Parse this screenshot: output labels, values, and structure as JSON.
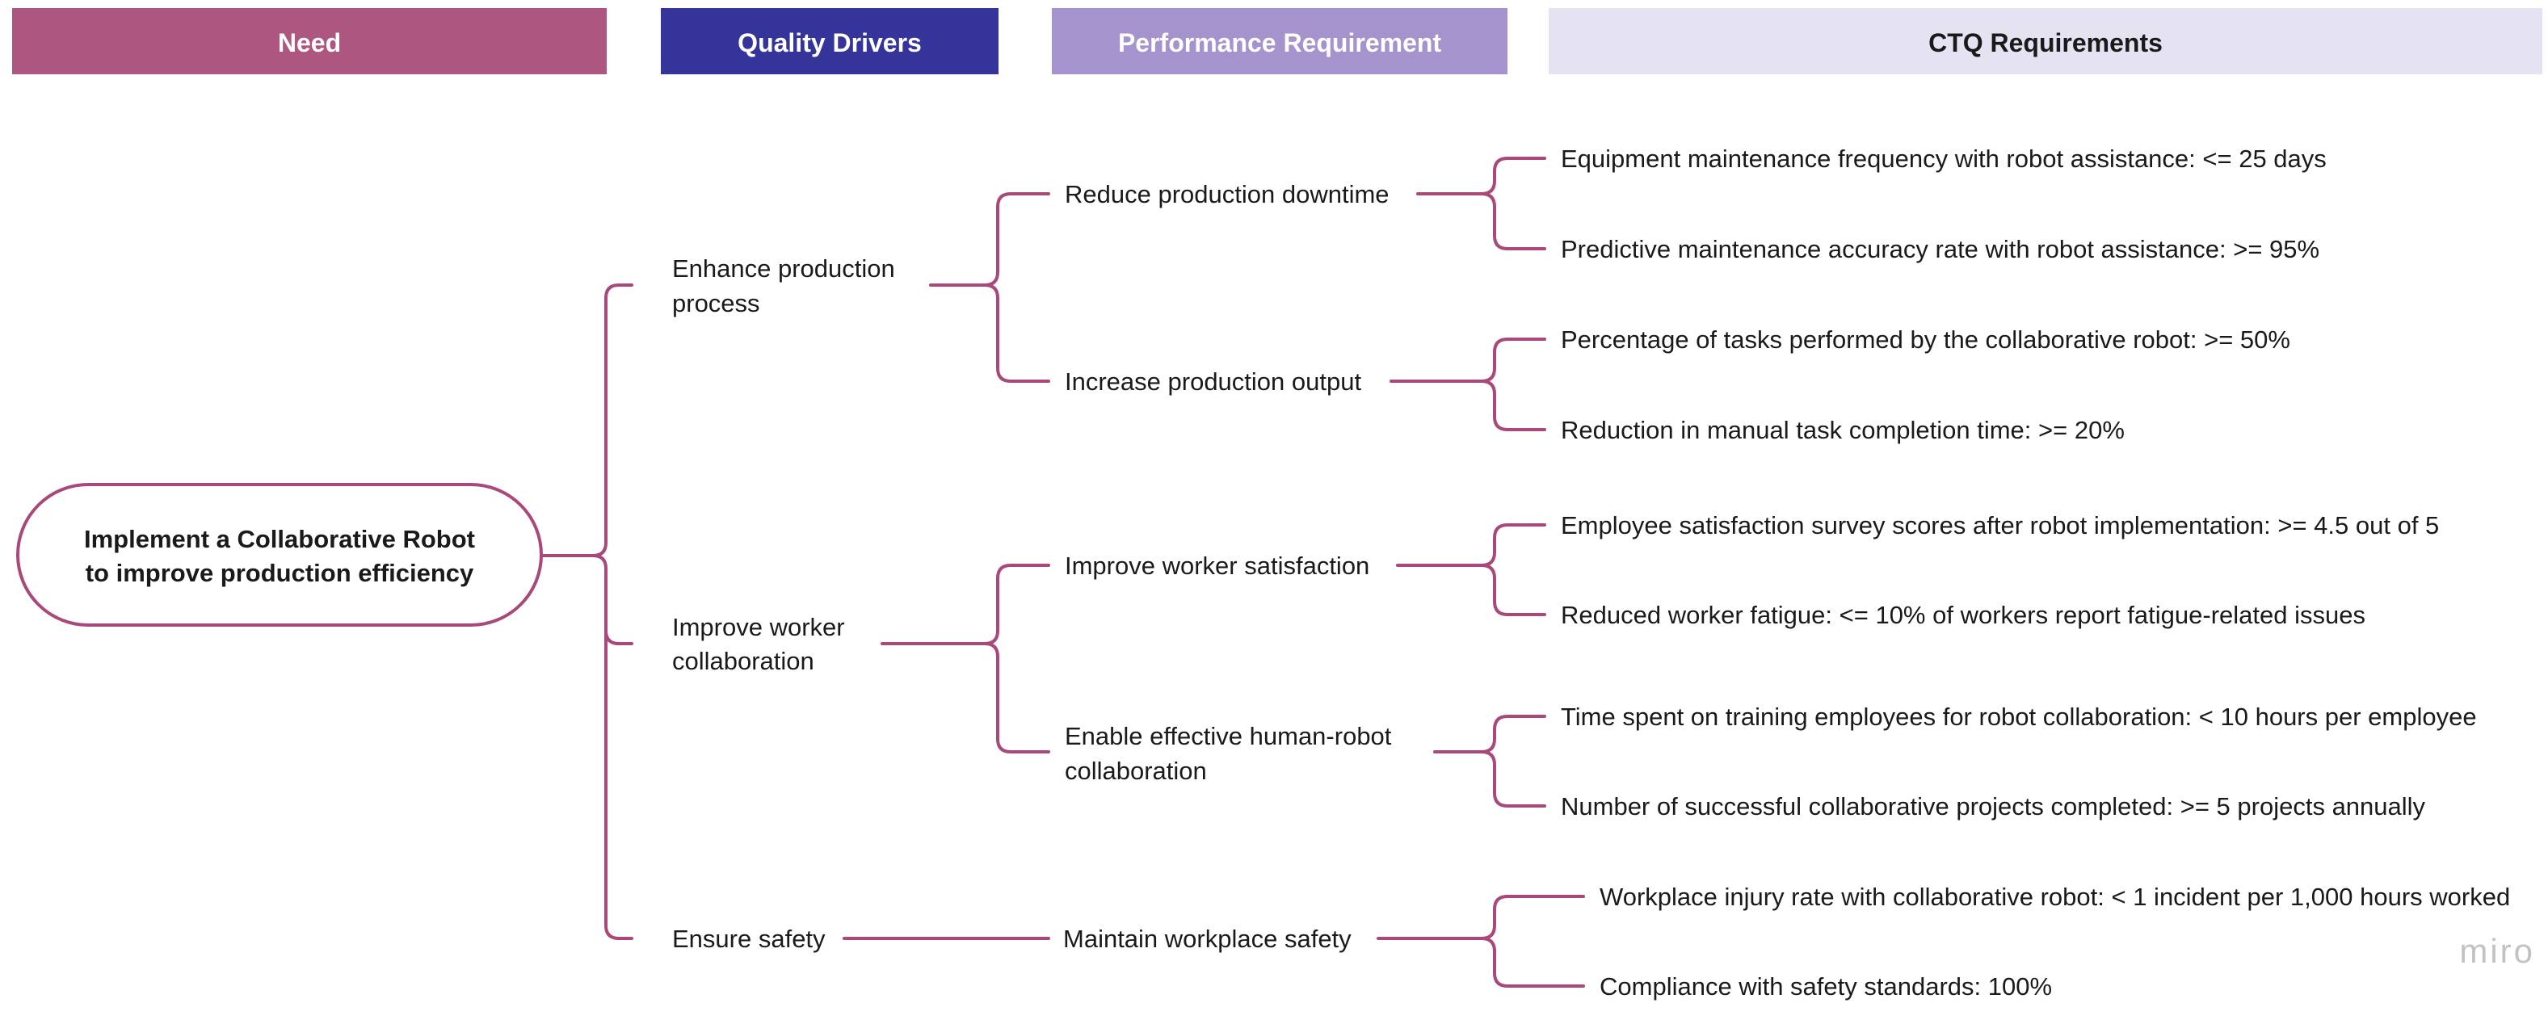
{
  "colors": {
    "need": "#ad5680",
    "quality_drivers": "#35349a",
    "performance": "#a493cd",
    "ctq": "#e5e2f1",
    "connector": "#a9497a"
  },
  "headers": {
    "need": "Need",
    "quality_drivers": "Quality Drivers",
    "performance": "Performance Requirement",
    "ctq": "CTQ Requirements"
  },
  "root": {
    "line1": "Implement a  Collaborative Robot",
    "line2": "to improve production efficiency"
  },
  "drivers": {
    "d0": {
      "line1": "Enhance production",
      "line2": "process"
    },
    "d1": {
      "line1": "Improve worker",
      "line2": "collaboration"
    },
    "d2": {
      "line1": "Ensure safety"
    }
  },
  "performance": {
    "p0": "Reduce production downtime",
    "p1": "Increase production output",
    "p2": "Improve worker satisfaction",
    "p3": {
      "line1": "Enable effective human-robot",
      "line2": "collaboration"
    },
    "p4": "Maintain workplace safety"
  },
  "ctq": {
    "c0": "Equipment maintenance frequency with robot assistance: <= 25 days",
    "c1": "Predictive maintenance accuracy rate with robot assistance: >= 95%",
    "c2": "Percentage of tasks performed by the collaborative robot: >= 50%",
    "c3": "Reduction in manual task completion time: >= 20%",
    "c4": "Employee satisfaction survey scores after robot implementation: >= 4.5 out of 5",
    "c5": "Reduced worker fatigue: <= 10% of workers report fatigue-related issues",
    "c6": "Time spent on training employees for robot collaboration: < 10 hours per employee",
    "c7": "Number of successful collaborative projects completed: >= 5 projects annually",
    "c8": "Workplace injury rate with collaborative robot: < 1 incident per 1,000 hours worked",
    "c9": "Compliance with safety standards: 100%"
  },
  "logo": {
    "text": "miro"
  }
}
